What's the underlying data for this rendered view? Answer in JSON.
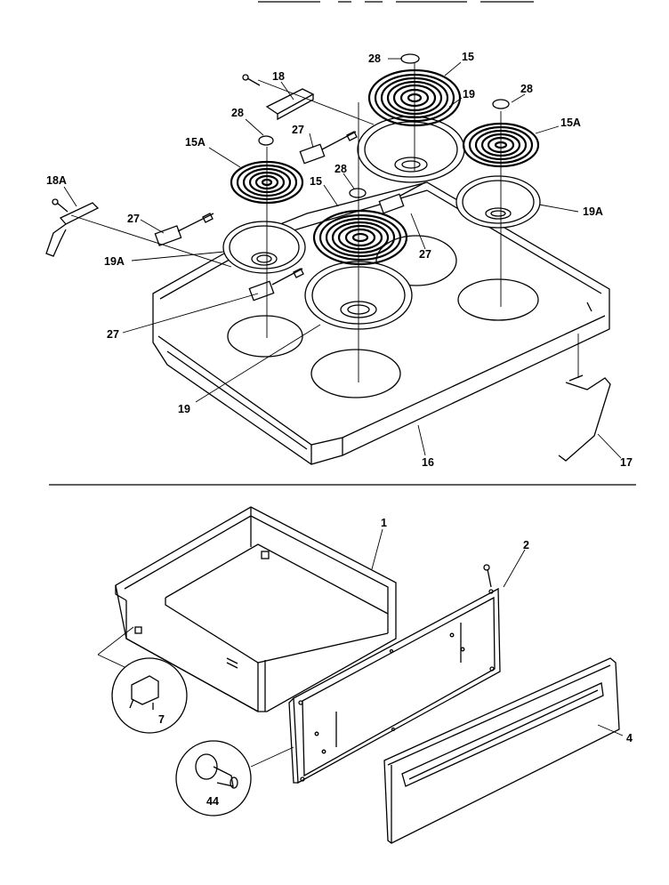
{
  "labels": {
    "l28a": "28",
    "l15a": "15",
    "l19a": "19",
    "l28b": "28",
    "l15Aa": "15A",
    "l18": "18",
    "l28c": "28",
    "l27a": "27",
    "l15Ab": "15A",
    "l18A": "18A",
    "l28d": "28",
    "l15b": "15",
    "l27b": "27",
    "l19Aa": "19A",
    "l19Ab": "19A",
    "l27c": "27",
    "l27d": "27",
    "l19b": "19",
    "l16": "16",
    "l17": "17",
    "l1": "1",
    "l2": "2",
    "l7": "7",
    "l44": "44",
    "l4": "4"
  }
}
